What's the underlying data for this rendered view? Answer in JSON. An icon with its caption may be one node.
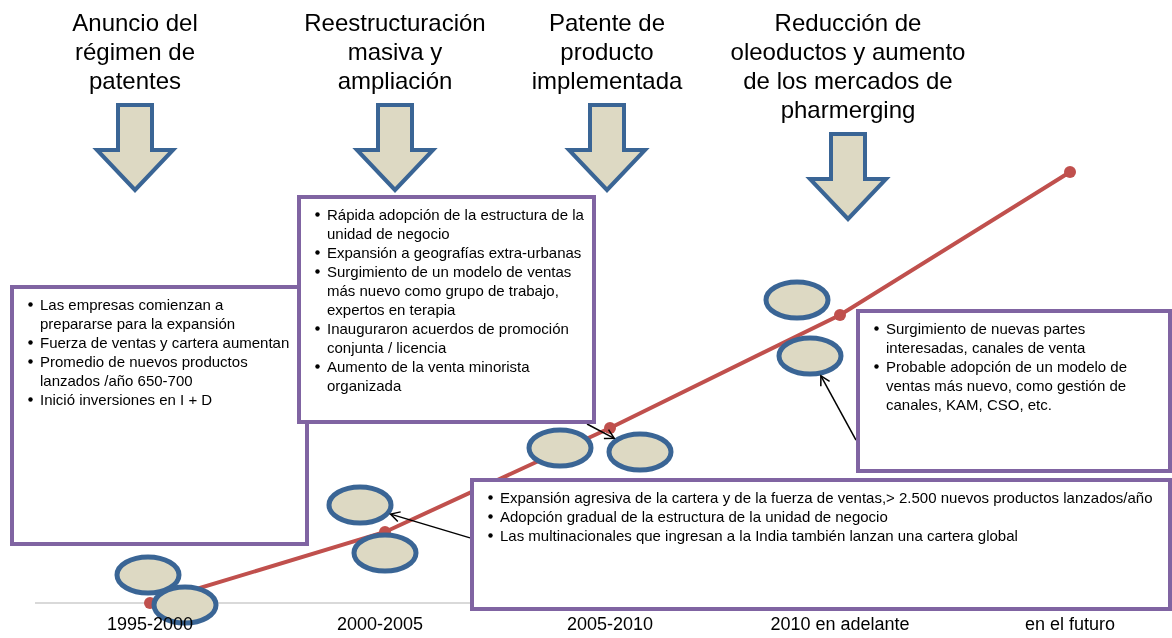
{
  "diagram": {
    "nodes": [
      {
        "text": [
          "Anuncio del régimen de patentes"
        ]
      },
      {
        "text": [
          "Reestructuración masiva y ampliación"
        ]
      },
      {
        "text": [
          "Patente de producto implementada"
        ]
      },
      {
        "text": [
          "Reducción de oleoductos y aumento de los mercados de pharmerging"
        ]
      },
      {
        "text": [
          "Las empresas comienzan a prepararse para la expansión",
          "Fuerza de ventas y cartera aumentan",
          "Promedio de nuevos productos lanzados /año 650-700",
          "Inició inversiones en I + D"
        ]
      },
      {
        "text": [
          "Rápida adopción de la estructura de la unidad de negocio",
          "Expansión a geografías extra-urbanas",
          "Surgimiento de un modelo de ventas más nuevo como grupo de trabajo, expertos en terapia",
          "Inauguraron acuerdos de promoción conjunta / licencia",
          "Aumento de la venta minorista organizada"
        ]
      },
      {
        "text": [
          "Surgimiento de nuevas partes interesadas, canales de venta",
          "Probable adopción de un modelo de ventas más nuevo, como gestión de canales, KAM, CSO, etc."
        ]
      },
      {
        "text": [
          "Expansión agresiva de la cartera y de la fuerza de ventas,> 2.500 nuevos productos lanzados/año",
          "Adopción gradual de la estructura de la unidad de negocio",
          "Las multinacionales que ingresan a la India también lanzan una cartera global"
        ]
      },
      {
        "text": [],
        "shape": "ellipse"
      },
      {
        "text": [],
        "shape": "ellipse"
      },
      {
        "text": [],
        "shape": "ellipse"
      },
      {
        "text": [],
        "shape": "ellipse"
      },
      {
        "text": [],
        "shape": "ellipse"
      },
      {
        "text": [],
        "shape": "ellipse"
      },
      {
        "text": [],
        "shape": "ellipse"
      },
      {
        "text": [],
        "shape": "ellipse"
      }
    ],
    "edges": [
      {
        "from": 0,
        "to": null,
        "arrow": "to",
        "style": "thick"
      },
      {
        "from": 1,
        "to": null,
        "arrow": "to",
        "style": "thick"
      },
      {
        "from": 2,
        "to": null,
        "arrow": "to",
        "style": "thick"
      },
      {
        "from": 3,
        "to": null,
        "arrow": "to",
        "style": "thick"
      },
      {
        "from": 7,
        "to": 10,
        "arrow": "to"
      },
      {
        "from": 5,
        "to": 13,
        "arrow": "to"
      },
      {
        "from": 6,
        "to": 15,
        "arrow": "to"
      }
    ],
    "labels": [
      "1995-2000",
      "2000-2005",
      "2005-2010",
      "2010 en adelante",
      "en el futuro"
    ]
  }
}
